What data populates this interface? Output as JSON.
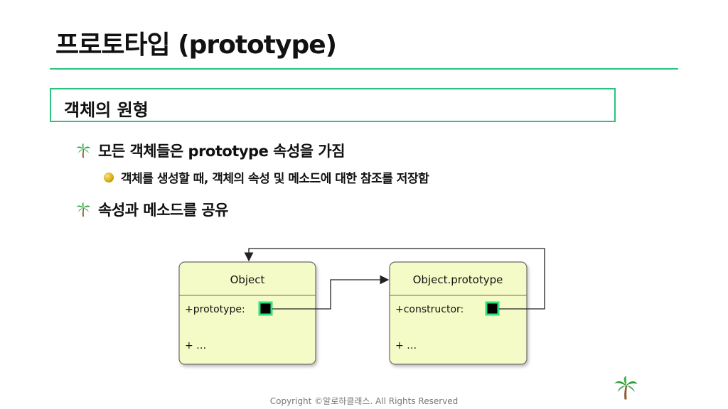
{
  "title": "프로토타입 (prototype)",
  "section_heading": "객체의 원형",
  "bullets": [
    {
      "text": "모든 객체들은 prototype 속성을 가짐"
    },
    {
      "text": "객체를 생성할 때, 객체의 속성 및 메소드에 대한 참조를 저장함"
    },
    {
      "text": "속성과 메소드를 공유"
    }
  ],
  "diagram": {
    "class_a": {
      "name": "Object",
      "field": "+prototype:",
      "more": "+ …"
    },
    "class_b": {
      "name": "Object.prototype",
      "field": "+constructor:",
      "more": "+ …"
    }
  },
  "footer": "Copyright ©알로하클래스. All Rights Reserved",
  "colors": {
    "accent": "#2ec27e",
    "class_fill": "#f5fbc6",
    "class_border": "#6b6b6b",
    "pointer_box": "#000000"
  },
  "icons": {
    "bullet_main": "palm-tree-icon",
    "bullet_sub": "yellow-dot-icon",
    "corner": "palm-tree-icon"
  }
}
